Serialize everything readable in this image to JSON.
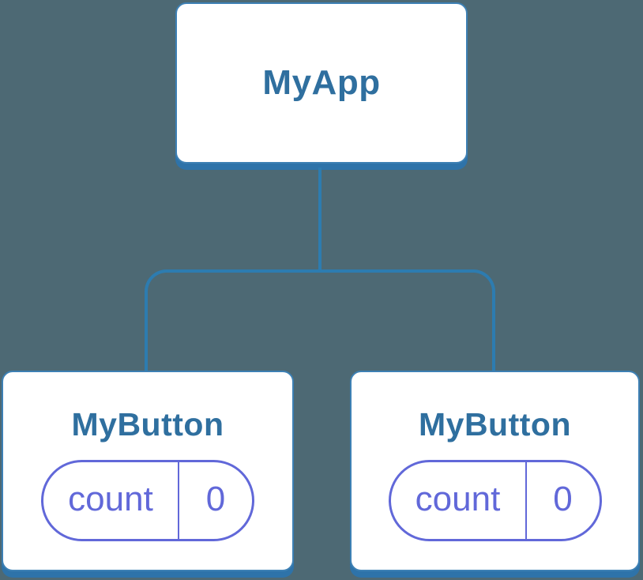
{
  "diagram": {
    "type": "component-tree",
    "colors": {
      "background": "#4d6974",
      "connector": "#2d7cb0",
      "node_border": "#3d80b4",
      "node_shadow": "#2e73a9",
      "title": "#2f6f9f",
      "state": "#6168d9"
    },
    "root": {
      "label": "MyApp"
    },
    "children": [
      {
        "label": "MyButton",
        "state": {
          "key": "count",
          "value": "0"
        }
      },
      {
        "label": "MyButton",
        "state": {
          "key": "count",
          "value": "0"
        }
      }
    ]
  }
}
